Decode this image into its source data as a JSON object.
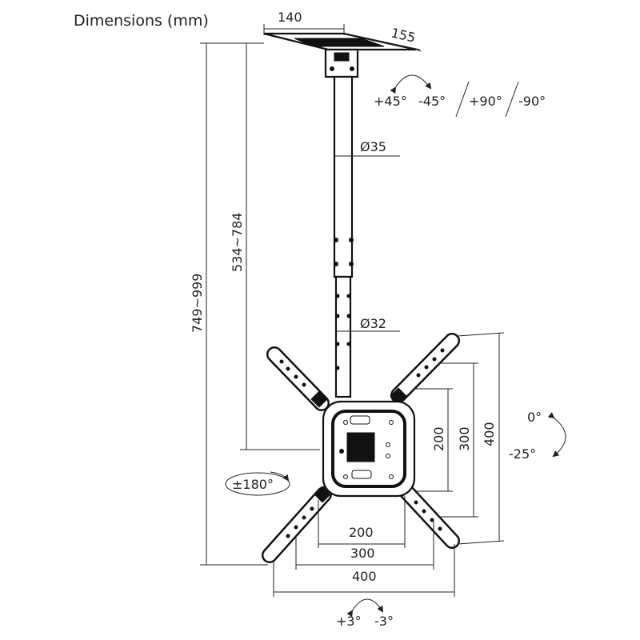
{
  "title": "Dimensions (mm)",
  "dimensions": {
    "plate_width": "140",
    "plate_depth": "155",
    "total_height": "749~999",
    "pole_height": "534~784",
    "upper_pole_diameter": "Ø35",
    "lower_pole_diameter": "Ø32",
    "vesa_h_inner": "200",
    "vesa_h_mid": "300",
    "vesa_h_outer": "400",
    "vesa_v_inner": "200",
    "vesa_v_mid": "300",
    "vesa_v_outer": "400"
  },
  "rotations": {
    "swivel_left": "+45°",
    "swivel_right": "-45°",
    "swivel_sep": "/",
    "rotate_left": "+90°",
    "rotate_sep": "/",
    "rotate_right": "-90°",
    "tilt_top": "0°",
    "tilt_bottom": "-25°",
    "pan": "±180°",
    "level_left": "+3°",
    "level_right": "-3°"
  }
}
